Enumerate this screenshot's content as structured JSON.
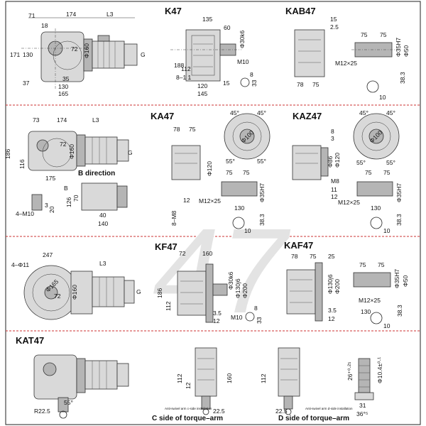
{
  "watermark": "47",
  "titles": {
    "k47": "K47",
    "kab47": "KAB47",
    "ka47": "KA47",
    "kaz47": "KAZ47",
    "kf47": "KF47",
    "kaf47": "KAF47",
    "kat47": "KAT47"
  },
  "captions": {
    "b_direction": "B direction",
    "c_side": "C side of torque–arm",
    "d_side": "D side of torque–arm",
    "anti_swivel": "Anti-swivel arm d-side installation",
    "anti_swivel2": "Anti-swivel arm c-side installation"
  },
  "dims": {
    "r1_main": {
      "d71": "71",
      "d174": "174",
      "l3": "L3",
      "d18": "18",
      "d171": "171",
      "d130": "130",
      "d37": "37",
      "d35": "35",
      "d130b": "130",
      "d165": "165",
      "d72": "72",
      "phi160": "Φ160",
      "g": "G"
    },
    "k47": {
      "d135": "135",
      "d60": "60",
      "phi30": "Φ30k6",
      "d188": "188",
      "d112": "112",
      "d8": "8–1 1",
      "m10": "M10",
      "d120": "120",
      "d15": "15",
      "d145": "145",
      "d8b": "8",
      "d33": "33"
    },
    "kab47": {
      "d15": "15",
      "d2_5": "2.5",
      "d75a": "75",
      "d75b": "75",
      "m12": "M12×25",
      "phi35": "Φ35H7",
      "phi50": "Φ50",
      "d78": "78",
      "d75c": "75",
      "d38": "38.3",
      "d10": "10"
    },
    "r2_main": {
      "d73": "73",
      "d174": "174",
      "l3": "L3",
      "d186": "186",
      "d116": "116",
      "d72": "72",
      "phi160": "Φ160",
      "g": "G",
      "d175": "175",
      "b": "B",
      "d126": "126",
      "d70": "70",
      "m10": "4–M10",
      "d3": "3",
      "d20": "20",
      "d40": "40",
      "d140": "140"
    },
    "ka47": {
      "d78": "78",
      "d75": "75",
      "d45a": "45°",
      "d45b": "45°",
      "phi120": "Φ120",
      "phi100": "Φ100",
      "d55a": "55°",
      "d55b": "55°",
      "d12": "12",
      "m8": "8–M8",
      "d75a": "75",
      "d75b": "75",
      "m12": "M12×25",
      "phi35": "Φ35H7",
      "d130": "130",
      "d38": "38.3",
      "d10": "10"
    },
    "kaz47": {
      "d45a": "45°",
      "d45b": "45°",
      "d8": "8",
      "d3": "3",
      "phi100": "Φ100",
      "phi86": "Φ86",
      "phi120": "Φ120",
      "m8": "M8",
      "d11": "11",
      "d12": "12",
      "d75a": "75",
      "d75b": "75",
      "phi35": "Φ35H7",
      "m12": "M12×25",
      "d130": "130",
      "d55a": "55°",
      "d55b": "55°",
      "d38": "38.3",
      "d10": "10"
    },
    "r3_main": {
      "phi11": "4–Φ11",
      "d247": "247",
      "l3": "L3",
      "phi165": "Φ165",
      "d72": "72",
      "phi160": "Φ160",
      "g": "G"
    },
    "kf47": {
      "d72": "72",
      "d160": "160",
      "phi30": "Φ30k6",
      "phi130": "Φ130j6",
      "phi200": "Φ200",
      "d186": "186",
      "d112": "112",
      "d3_5": "3.5",
      "d12": "12",
      "m10": "M10",
      "d8": "8",
      "d33": "33"
    },
    "kaf47": {
      "d78": "78",
      "d75": "75",
      "d25": "25",
      "phi130": "Φ130j6",
      "phi200": "Φ200",
      "d75a": "75",
      "d75b": "75",
      "phi35": "Φ35H7",
      "phi50": "Φ50",
      "m12": "M12×25",
      "d3_5": "3.5",
      "d12": "12",
      "d130": "130",
      "d38": "38.3",
      "d10": "10"
    },
    "kat47": {
      "r22": "R22.5",
      "d55": "55°",
      "d112": "112",
      "d12": "12",
      "d160": "160",
      "d22_5": "22.5",
      "d112b": "112",
      "d22_5b": "22.5",
      "d26": "26⁺⁰·²⁵",
      "d10_4": "Φ10.4±⁰·¹",
      "d31": "31",
      "d36": "36°⁵"
    }
  }
}
